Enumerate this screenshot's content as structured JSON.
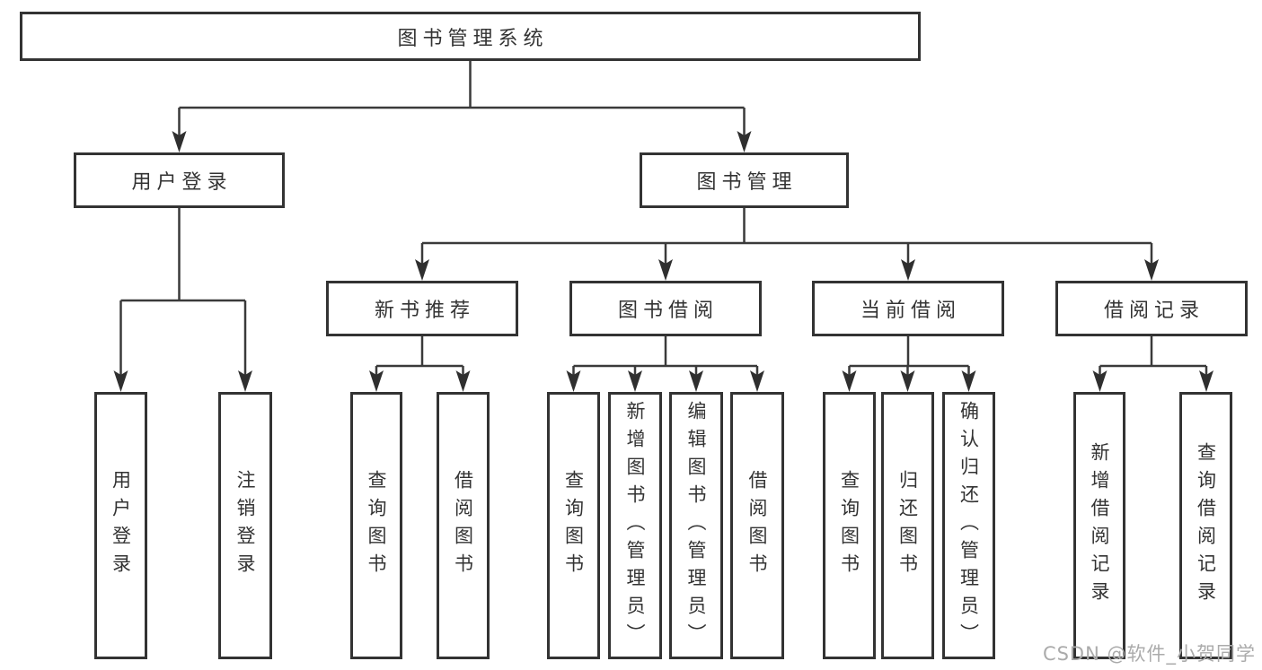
{
  "diagram": {
    "root": {
      "label": "图书管理系统"
    },
    "level2": {
      "user_login": {
        "label": "用户登录"
      },
      "book_management": {
        "label": "图书管理"
      }
    },
    "level3": {
      "new_book_recommend": {
        "label": "新书推荐"
      },
      "book_borrowing": {
        "label": "图书借阅"
      },
      "current_borrowing": {
        "label": "当前借阅"
      },
      "borrowing_records": {
        "label": "借阅记录"
      }
    },
    "leaves": {
      "user_login_leaf": "用户登录",
      "logout": "注销登录",
      "nb_query_books": "查询图书",
      "nb_borrow_books": "借阅图书",
      "bb_query_books": "查询图书",
      "bb_add_books_admin": "新增图书（管理员）",
      "bb_edit_books_admin": "编辑图书（管理员）",
      "bb_borrow_books": "借阅图书",
      "cb_query_books": "查询图书",
      "cb_return_books": "归还图书",
      "cb_confirm_return_admin": "确认归还（管理员）",
      "br_add_record": "新增借阅记录",
      "br_query_record": "查询借阅记录"
    }
  },
  "watermark": {
    "text": "CSDN @软件_小贺同学"
  },
  "colors": {
    "line": "#3a3a3a",
    "arrowhead": "#2f2f2f",
    "box_border": "#333333",
    "text": "#333333",
    "watermark_text": "#ababab",
    "background": "#ffffff"
  }
}
